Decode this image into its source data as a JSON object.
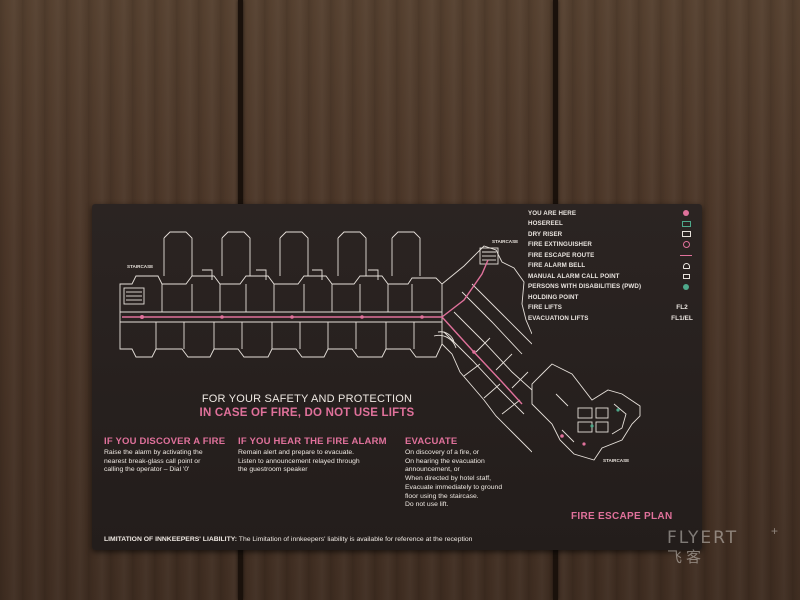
{
  "photo": {
    "wall": "wood paneling",
    "colors": {
      "accent": "#e0719b",
      "teal": "#4ea88a",
      "sign_bg": "#272020",
      "text": "#eee8e2"
    }
  },
  "legend": [
    {
      "label": "YOU ARE HERE",
      "icon": "pink-dot-icon"
    },
    {
      "label": "HOSEREEL",
      "icon": "hosereel-icon"
    },
    {
      "label": "DRY RISER",
      "icon": "dry-riser-icon"
    },
    {
      "label": "FIRE EXTINGUISHER",
      "icon": "fire-extinguisher-icon"
    },
    {
      "label": "FIRE ESCAPE ROUTE",
      "icon": "escape-route-line-icon"
    },
    {
      "label": "FIRE ALARM BELL",
      "icon": "alarm-bell-icon"
    },
    {
      "label": "MANUAL ALARM CALL POINT",
      "icon": "call-point-icon"
    },
    {
      "label": "PERSONS WITH DISABILITIES (PWD) HOLDING POINT",
      "label_line1": "PERSONS WITH DISABILITIES (PWD)",
      "label_line2": "HOLDING POINT",
      "icon": "pwd-holding-point-icon"
    },
    {
      "label": "FIRE LIFTS",
      "symbol": "FL2",
      "icon": "fire-lift-icon"
    },
    {
      "label": "EVACUATION LIFTS",
      "symbol": "FL1/EL",
      "icon": "evacuation-lift-icon"
    }
  ],
  "plan": {
    "staircase_labels": [
      "STAIRCASE",
      "STAIRCASE",
      "STAIRCASE"
    ]
  },
  "headline": {
    "line1": "FOR YOUR SAFETY AND PROTECTION",
    "line2": "IN CASE OF FIRE, DO NOT USE LIFTS"
  },
  "sections": [
    {
      "title": "IF YOU DISCOVER A FIRE",
      "lines": [
        "Raise the alarm by activating the",
        "nearest break-glass call point or",
        "calling the operator – Dial '0'"
      ]
    },
    {
      "title": "IF YOU HEAR THE FIRE ALARM",
      "lines": [
        "Remain alert and prepare to evacuate.",
        "Listen to announcement relayed through",
        "the guestroom speaker"
      ]
    },
    {
      "title": "EVACUATE",
      "lines": [
        "On discovery of a fire, or",
        "On hearing the evacuation",
        "announcement, or",
        "When directed by hotel staff,",
        "Evacuate immediately to ground",
        "floor using the staircase.",
        "Do not use lift."
      ]
    }
  ],
  "plan_title": "FIRE ESCAPE PLAN",
  "footer": {
    "bold": "LIMITATION OF INNKEEPERS' LIABILITY:",
    "text": " The Limitation of innkeepers' liability is available for reference at the reception"
  },
  "watermark": {
    "latin": "FLYERT",
    "plus": "+",
    "cjk": "飞客"
  }
}
